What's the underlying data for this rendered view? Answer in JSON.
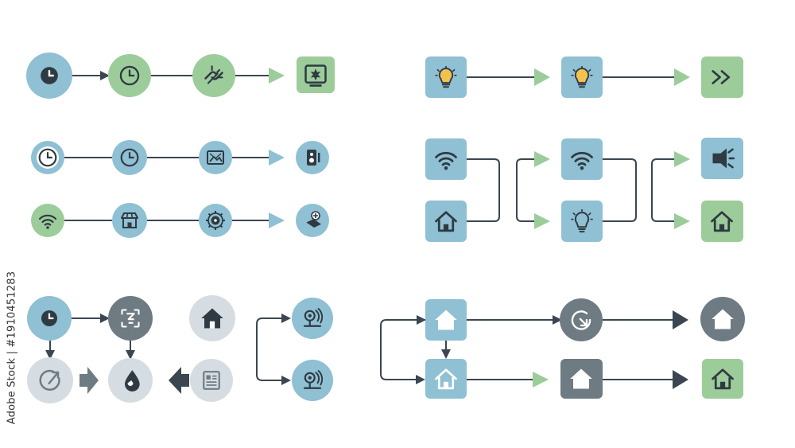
{
  "watermark": {
    "vertical_text": "Adobe Stock | #1910451283"
  },
  "colors": {
    "blue": "#8fc0d3",
    "blue_dark": "#7fb3c9",
    "green": "#9ccc9a",
    "gray_dark": "#6f7b82",
    "gray_light": "#d5dde2",
    "line": "#3b4650",
    "arrow_green": "#9ccc9a",
    "arrow_blue": "#8fc0d3",
    "arrow_dark": "#3b4650",
    "icon_dark": "#2f3a42",
    "bulb_yellow": "#f2c14e"
  },
  "flows": [
    {
      "name": "flow-1",
      "nodes": [
        "clock-icon",
        "clock-icon",
        "link-icon",
        "device-icon"
      ]
    },
    {
      "name": "flow-2",
      "nodes": [
        "clock-icon",
        "clock-icon",
        "image-icon",
        "speaker-icon"
      ]
    },
    {
      "name": "flow-3",
      "nodes": [
        "wifi-icon",
        "store-icon",
        "gear-icon",
        "tag-icon"
      ]
    },
    {
      "name": "flow-4",
      "nodes": [
        "bulb-icon",
        "bulb-icon",
        "fast-forward-icon"
      ]
    },
    {
      "name": "flow-5",
      "nodes": [
        "wifi-icon",
        "home-icon",
        "wifi-icon",
        "bulb-icon",
        "broadcast-icon",
        "home-icon"
      ]
    },
    {
      "name": "flow-6",
      "nodes": [
        "clock-icon",
        "document-icon",
        "home-icon",
        "timer-icon",
        "drop-icon",
        "list-icon",
        "sensor-icon",
        "sensor-icon"
      ]
    },
    {
      "name": "flow-7",
      "nodes": [
        "home-icon",
        "home-icon",
        "refresh-icon",
        "home-icon",
        "home-icon",
        "home-icon"
      ]
    }
  ]
}
